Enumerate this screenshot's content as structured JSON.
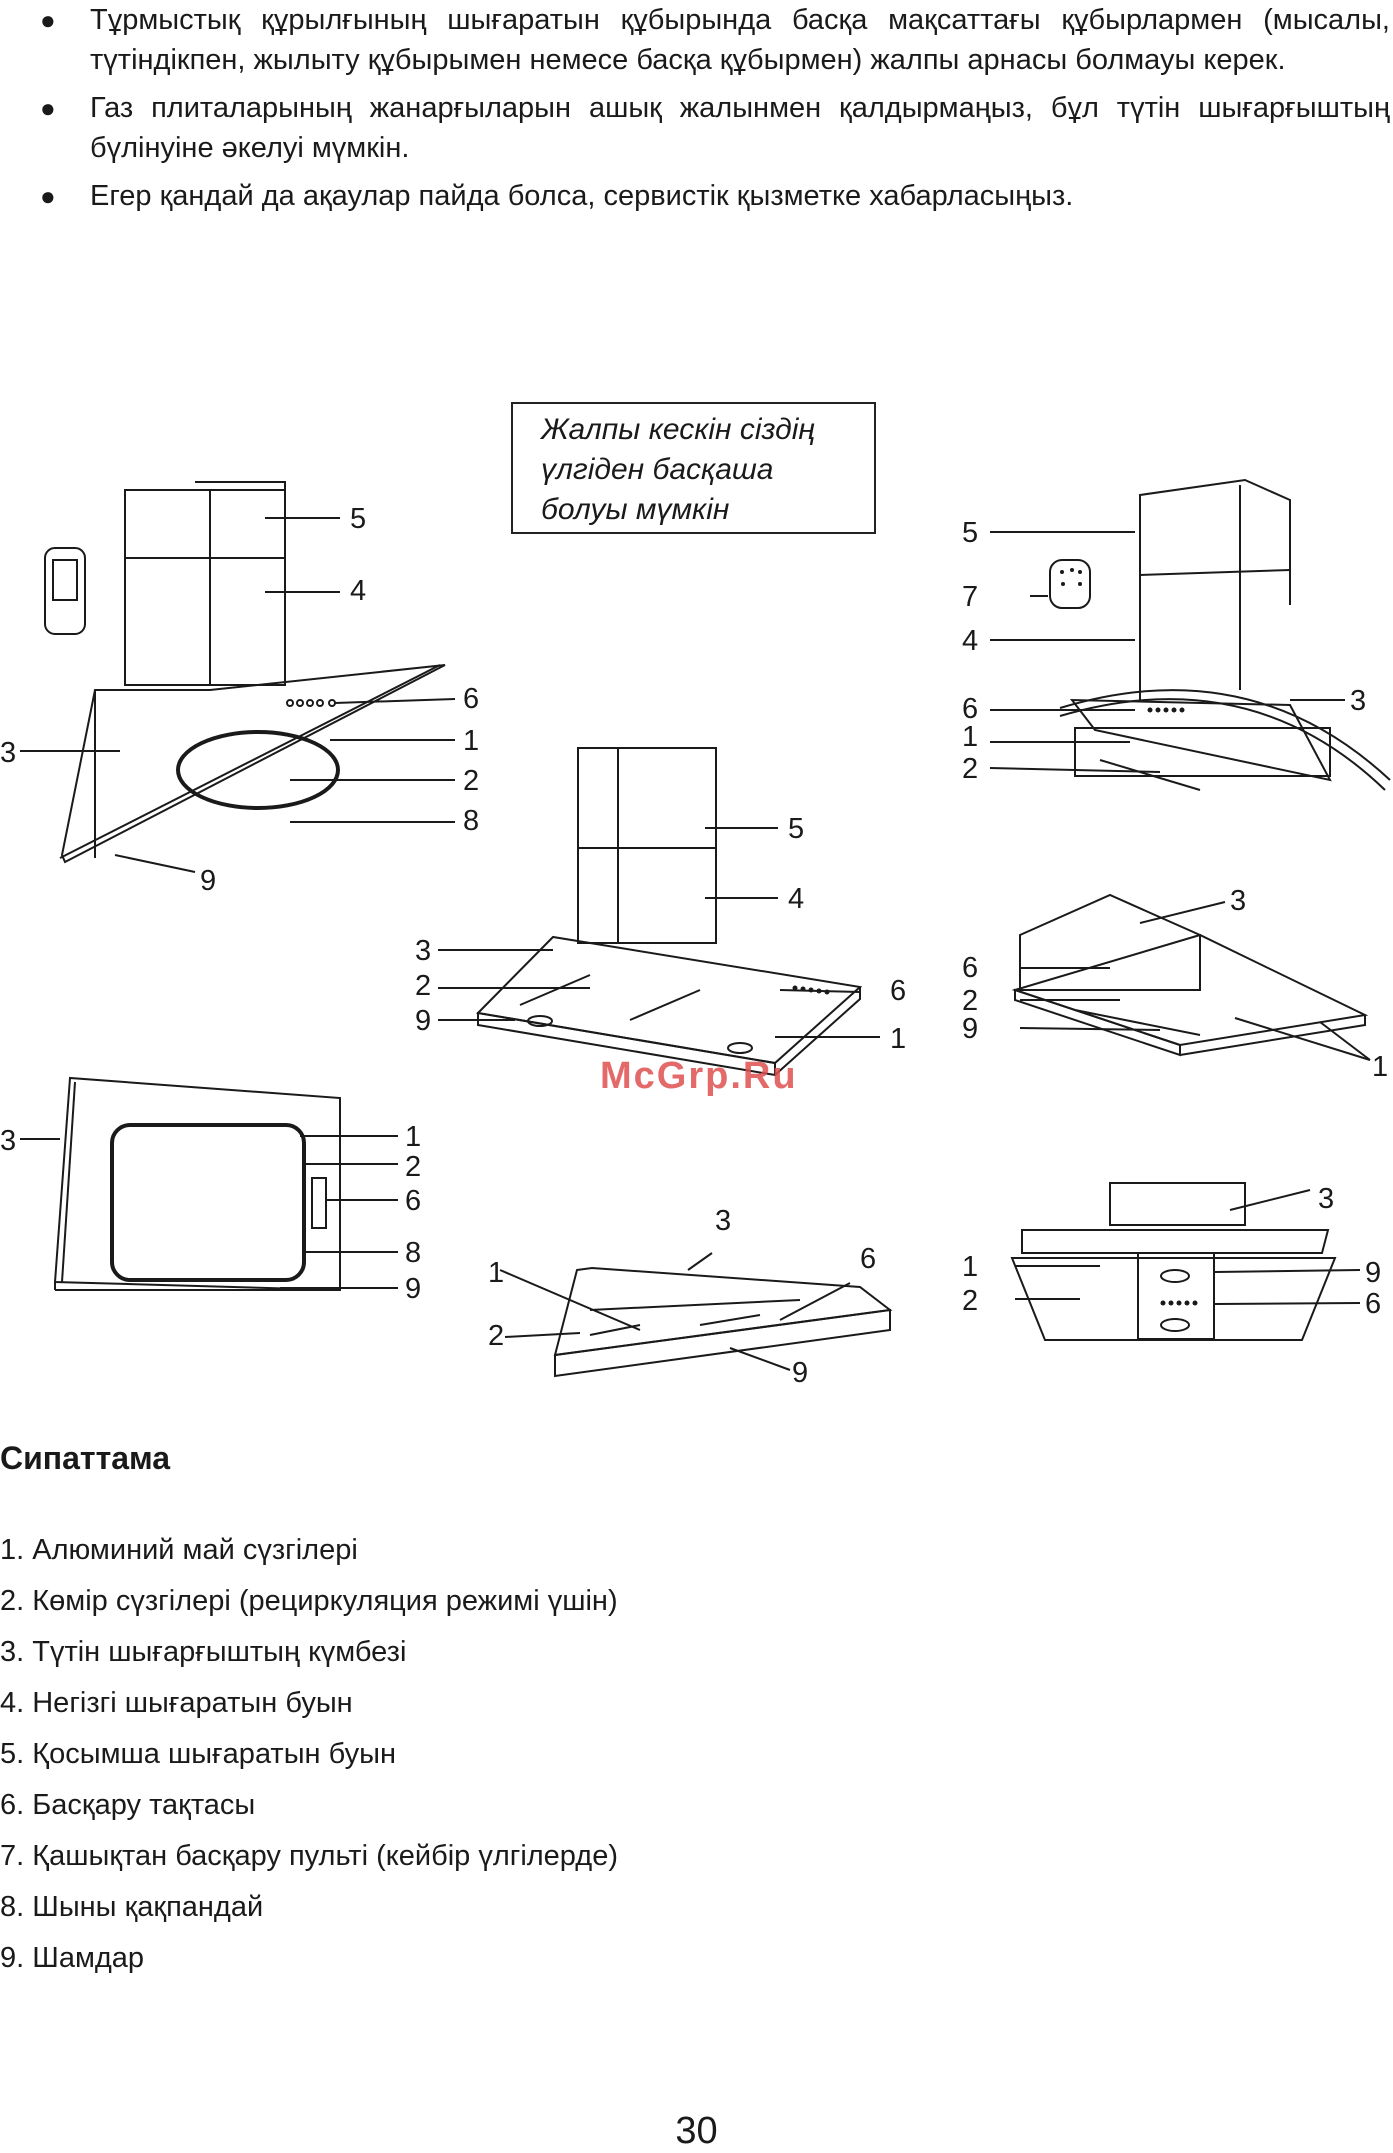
{
  "bullets": [
    "Тұрмыстық құрылғының шығаратын құбырында басқа мақсаттағы құбырлармен (мысалы, түтіндікпен, жылыту құбырымен немесе басқа құбырмен) жалпы арнасы болмауы керек.",
    "Газ плиталарының жанарғыларын ашық жалынмен қалдырмаңыз, бұл түтін шығарғыштың бүлінуіне әкелуі мүмкін.",
    "Егер қандай да ақаулар пайда болса, сервистік қызметке хабарласыңыз."
  ],
  "note": {
    "lines": [
      "Жалпы кескін сіздің",
      "үлгіден басқаша",
      "болуы мүмкін"
    ]
  },
  "figure_labels": {
    "a1": "5",
    "a2": "4",
    "a3": "3",
    "a4": "6",
    "a5": "1",
    "a6": "2",
    "a7": "8",
    "a8": "9",
    "b1": "5",
    "b2": "4",
    "b3": "3",
    "b4": "2",
    "b5": "9",
    "b6": "6",
    "b7": "1",
    "c1": "5",
    "c2": "7",
    "c3": "4",
    "c4": "6",
    "c5": "1",
    "c6": "2",
    "c7": "3",
    "d1": "3",
    "d2": "6",
    "d3": "2",
    "d4": "9",
    "d5": "1",
    "e1": "3",
    "e2": "1",
    "e3": "2",
    "e4": "6",
    "e5": "8",
    "e6": "9",
    "f1": "3",
    "f2": "6",
    "f3": "1",
    "f4": "2",
    "f5": "9",
    "g1": "3",
    "g2": "1",
    "g3": "2",
    "g4": "9",
    "g5": "6"
  },
  "watermark": "McGrp.Ru",
  "section_heading": "Сипаттама",
  "parts": [
    "1. Алюминий май сүзгілері",
    "2. Көмір сүзгілері (рециркуляция режимі үшін)",
    "3. Түтін шығарғыштың күмбезі",
    "4. Негізгі шығаратын буын",
    "5. Қосымша шығаратын буын",
    "6. Басқару тақтасы",
    "7. Қашықтан басқару пульті (кейбір үлгілерде)",
    "8. Шыны қақпандай",
    "9. Шамдар"
  ],
  "page_number": "30"
}
